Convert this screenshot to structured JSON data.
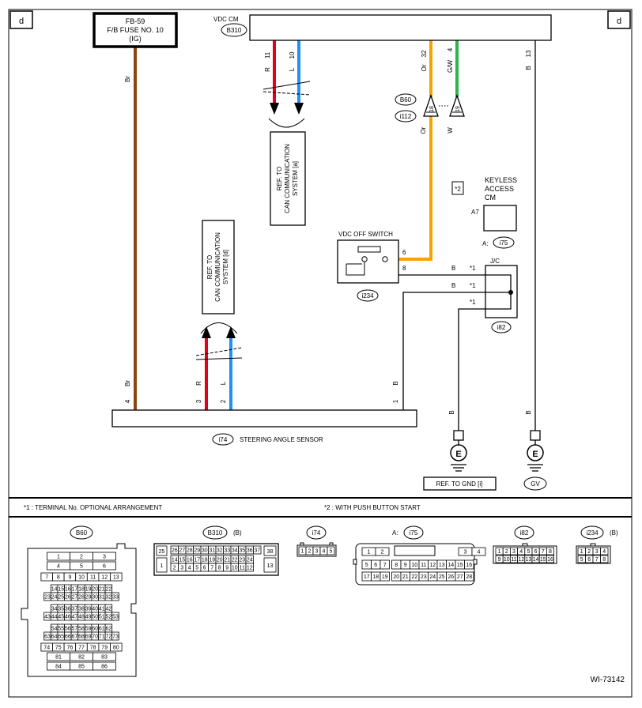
{
  "page": {
    "corner_label": "d",
    "drawing_id": "WI-73142"
  },
  "fuse": {
    "line1": "FB-59",
    "line2": "F/B FUSE NO. 10",
    "line3": "(IG)"
  },
  "vdc_cm": {
    "label": "VDC CM",
    "connector": "B310",
    "pins": [
      "11",
      "10",
      "32",
      "4",
      "13"
    ],
    "wires": [
      "R",
      "L",
      "Or",
      "G/W",
      "B"
    ]
  },
  "wire_br": "Br",
  "joint_connectors": {
    "b60": "B60",
    "i112": "i112",
    "pin18": "18",
    "pin19": "19",
    "wire_or": "Or",
    "wire_w": "W"
  },
  "ref_can_a": [
    "REF. TO",
    "CAN COMMUNICATION",
    "SYSTEM [a]"
  ],
  "ref_can_d": [
    "REF. TO",
    "CAN COMMUNICATION",
    "SYSTEM [d]"
  ],
  "keyless": {
    "note": "*2",
    "line1": "KEYLESS",
    "line2": "ACCESS",
    "line3": "CM",
    "pin": "A7",
    "connector_prefix": "A:",
    "connector": "i75"
  },
  "vdc_off_switch": {
    "label": "VDC OFF SWITCH",
    "pin6": "6",
    "pin8": "8",
    "connector": "i234"
  },
  "jc": {
    "label": "J/C",
    "connector": "i82",
    "mark": "*1",
    "wire": "B"
  },
  "steering_sensor": {
    "connector": "i74",
    "label": "STEERING ANGLE SENSOR",
    "pins": [
      "4",
      "3",
      "2",
      "1"
    ],
    "wires": [
      "Br",
      "R",
      "L",
      "B"
    ]
  },
  "grounds": {
    "symbol": "E",
    "wire": "B",
    "ref_gnd": "REF. TO GND [i]",
    "gv": "GV"
  },
  "notes": {
    "n1": "*1  : TERMINAL No. OPTIONAL ARRANGEMENT",
    "n2": "*2  : WITH PUSH BUTTON START"
  },
  "connectors": {
    "b60": {
      "title": "B60",
      "rows": [
        [
          "1",
          "2",
          "3"
        ],
        [
          "4",
          "5",
          "6"
        ],
        [
          "7",
          "8",
          "9",
          "10",
          "11",
          "12",
          "13"
        ],
        [
          "14",
          "15",
          "16",
          "17",
          "18",
          "19",
          "20",
          "21",
          "22"
        ],
        [
          "23",
          "24",
          "25",
          "26",
          "27",
          "28",
          "29",
          "30",
          "31",
          "32",
          "33"
        ],
        [
          "34",
          "35",
          "36",
          "37",
          "38",
          "39",
          "40",
          "41",
          "42"
        ],
        [
          "43",
          "44",
          "45",
          "46",
          "47",
          "48",
          "49",
          "50",
          "51",
          "52",
          "53"
        ],
        [
          "54",
          "55",
          "56",
          "57",
          "58",
          "59",
          "60",
          "61",
          "62"
        ],
        [
          "63",
          "64",
          "65",
          "66",
          "67",
          "68",
          "69",
          "70",
          "71",
          "72",
          "73"
        ],
        [
          "74",
          "75",
          "76",
          "77",
          "78",
          "79",
          "80"
        ],
        [
          "81",
          "82",
          "83"
        ],
        [
          "84",
          "85",
          "86"
        ]
      ]
    },
    "b310": {
      "title": "B310",
      "suffix": "(B)",
      "side_left_top": "25",
      "side_left_bottom": "1",
      "side_right_top": "38",
      "side_right_bottom": "13",
      "rows": [
        [
          "26",
          "27",
          "28",
          "29",
          "30",
          "31",
          "32",
          "33",
          "34",
          "35",
          "36",
          "37"
        ],
        [
          "14",
          "15",
          "16",
          "17",
          "18",
          "19",
          "20",
          "21",
          "22",
          "23",
          "24"
        ],
        [
          "2",
          "3",
          "4",
          "5",
          "6",
          "7",
          "8",
          "9",
          "10",
          "11",
          "12"
        ]
      ]
    },
    "i74": {
      "title": "i74",
      "rows": [
        [
          "1",
          "2",
          "3",
          "4",
          "5"
        ]
      ]
    },
    "i75": {
      "prefix": "A:",
      "title": "i75",
      "rows": [
        [
          "1",
          "2",
          "",
          "3",
          "4"
        ],
        [
          "5",
          "6",
          "7",
          "8",
          "9",
          "10",
          "11",
          "12",
          "13",
          "14",
          "15",
          "16"
        ],
        [
          "17",
          "18",
          "19",
          "20",
          "21",
          "22",
          "23",
          "24",
          "25",
          "26",
          "27",
          "28"
        ]
      ]
    },
    "i82": {
      "title": "i82",
      "rows": [
        [
          "1",
          "2",
          "3",
          "4",
          "5",
          "6",
          "7",
          "8"
        ],
        [
          "9",
          "10",
          "11",
          "12",
          "13",
          "14",
          "15",
          "16"
        ]
      ]
    },
    "i234": {
      "title": "i234",
      "suffix": "(B)",
      "rows": [
        [
          "1",
          "2",
          "3",
          "4"
        ],
        [
          "5",
          "6",
          "7",
          "8"
        ]
      ]
    }
  },
  "colors": {
    "brown": "#8b4513",
    "red": "#e3001b",
    "blue": "#1e90ff",
    "orange": "#f5a300",
    "green": "#2db34a",
    "black": "#000000"
  }
}
